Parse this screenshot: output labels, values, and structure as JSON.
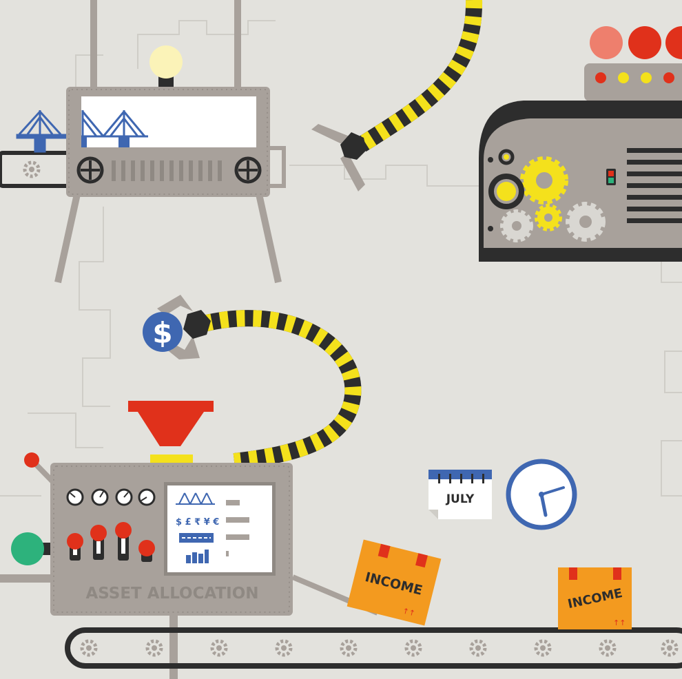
{
  "colors": {
    "background": "#e3e2dd",
    "machine": "#a8a19b",
    "machine_dark": "#8f8983",
    "dark": "#2d2d2d",
    "yellow": "#f4e11c",
    "red": "#e0311b",
    "blue": "#3f67b1",
    "orange": "#f39a1f",
    "green": "#2db27c",
    "white": "#ffffff"
  },
  "asset_machine": {
    "label": "ASSET ALLOCATION",
    "currency_symbols": "$ £ ₹ ¥ €"
  },
  "calendar": {
    "month": "JULY"
  },
  "boxes": [
    {
      "label": "INCOME"
    },
    {
      "label": "INCOME"
    }
  ],
  "icons": [
    "bridge-icon",
    "dollar-coin-icon",
    "gear-icon",
    "clock-icon",
    "calendar-icon",
    "lightbulb-icon",
    "funnel-icon",
    "robot-arm-icon"
  ]
}
